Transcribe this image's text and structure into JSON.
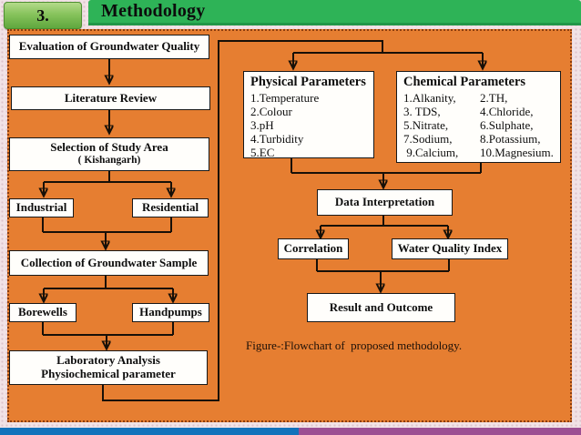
{
  "slide": {
    "number": "3.",
    "title": "Methodology",
    "caption": "Figure-:Flowchart of  proposed methodology."
  },
  "flowchart": {
    "left_column": {
      "evaluation": "Evaluation of Groundwater Quality",
      "literature": "Literature Review",
      "selection_line1": "Selection of Study Area",
      "selection_line2": "( Kishangarh)",
      "industrial": "Industrial",
      "residential": "Residential",
      "collection": "Collection of Groundwater Sample",
      "borewells": "Borewells",
      "handpumps": "Handpumps",
      "lab_line1": "Laboratory Analysis",
      "lab_line2": "Physiochemical parameter"
    },
    "physical_box": {
      "title": "Physical Parameters",
      "items": [
        "1.Temperature",
        "2.Colour",
        "3.pH",
        "4.Turbidity",
        "5.EC"
      ]
    },
    "chemical_box": {
      "title": "Chemical Parameters",
      "rows": [
        [
          "1.Alkanity,",
          "2.TH,"
        ],
        [
          "3. TDS,",
          "4.Chloride,"
        ],
        [
          "5.Nitrate,",
          "6.Sulphate,"
        ],
        [
          "7.Sodium,",
          "8.Potassium,"
        ],
        [
          " 9.Calcium,",
          "10.Magnesium."
        ]
      ]
    },
    "right_column": {
      "data_interpretation": "Data Interpretation",
      "correlation": "Correlation",
      "water_quality_index": "Water Quality Index",
      "result": "Result and Outcome"
    }
  },
  "colors": {
    "background_pink": "#f1e2e6",
    "orange_panel": "#e67e31",
    "panel_border": "#8a3c0e",
    "header_green": "#2eb357",
    "number_box_green_top": "#b4da8a",
    "number_box_green_bottom": "#5fa73e",
    "footer_blue": "#1272bb",
    "footer_purple": "#9c4f93"
  }
}
